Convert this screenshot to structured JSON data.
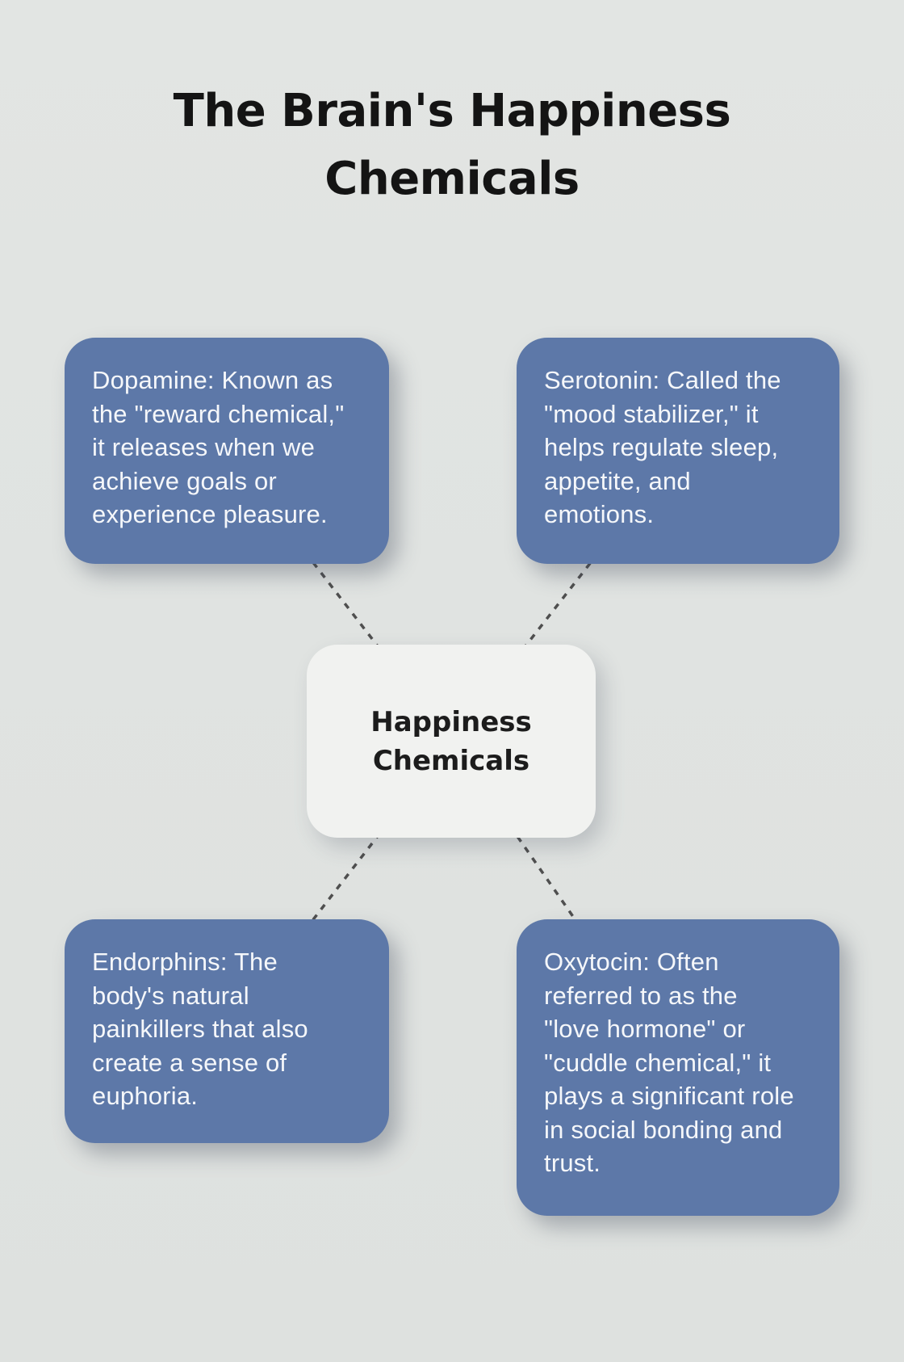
{
  "title": "The Brain's Happiness\nChemicals",
  "center_node": {
    "id": "happiness",
    "label": "Happiness\nChemicals"
  },
  "nodes": [
    {
      "id": "dopamine",
      "text": "Dopamine: Known as\nthe \"reward chemical,\"\nit releases when we\nachieve goals or\nexperience pleasure."
    },
    {
      "id": "serotonin",
      "text": "Serotonin: Called the\n\"mood stabilizer,\" it\nhelps regulate sleep,\nappetite, and\nemotions."
    },
    {
      "id": "endorphins",
      "text": "Endorphins: The\nbody's natural\npainkillers that also\ncreate a sense of\neuphoria."
    },
    {
      "id": "oxytocin",
      "text": "Oxytocin: Often\nreferred to as the\n\"love hormone\" or\n\"cuddle chemical,\" it\nplays a significant role\nin social bonding and\ntrust."
    }
  ],
  "connections": [
    {
      "from": "happiness",
      "to": "dopamine"
    },
    {
      "from": "happiness",
      "to": "serotonin"
    },
    {
      "from": "happiness",
      "to": "endorphins"
    },
    {
      "from": "happiness",
      "to": "oxytocin"
    }
  ],
  "connector_style": {
    "color": "#4f4f4f",
    "width": 3.5,
    "dash": "7.5 8.5"
  },
  "colors": {
    "background": "#e0e3e1",
    "node_fill": "#5d78a8",
    "node_text": "#f5f7fa",
    "center_fill": "#f1f2f0",
    "center_text": "#1c1c1c",
    "connector": "#4f4f4f",
    "title_text": "#141414"
  }
}
